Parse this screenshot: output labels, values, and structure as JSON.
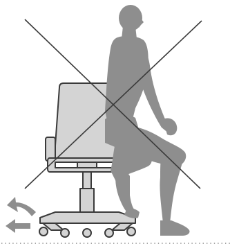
{
  "figure": {
    "icons": {
      "illustration": "incorrect-posture-illustration",
      "prohibition_cross": "prohibition-x-icon",
      "person": "standing-person-silhouette",
      "chair": "office-chair-illustration",
      "motion_arrows": "backward-roll-arrows-icon",
      "floor_line": "dotted-floor-line"
    },
    "colors": {
      "person_fill": "#8e8e8e",
      "chair_fill": "#d4d4d4",
      "chair_outline": "#3a3a3a",
      "cross_line": "#3a3a3a",
      "arrow_fill": "#8e8e8e",
      "floor_dots": "#6f6f6f"
    },
    "state": {
      "crossed_out": true,
      "chair_moving": "backward"
    }
  }
}
